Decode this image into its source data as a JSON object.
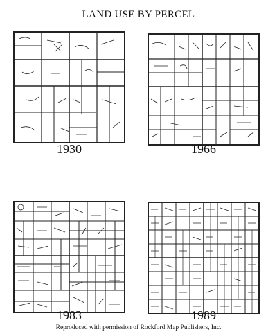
{
  "title": "LAND USE BY PERCEL",
  "maps": [
    {
      "year": "1930"
    },
    {
      "year": "1966"
    },
    {
      "year": "1983"
    },
    {
      "year": "1989"
    }
  ],
  "credit": "Reproduced with permission of Rockford Map Publishers, Inc."
}
